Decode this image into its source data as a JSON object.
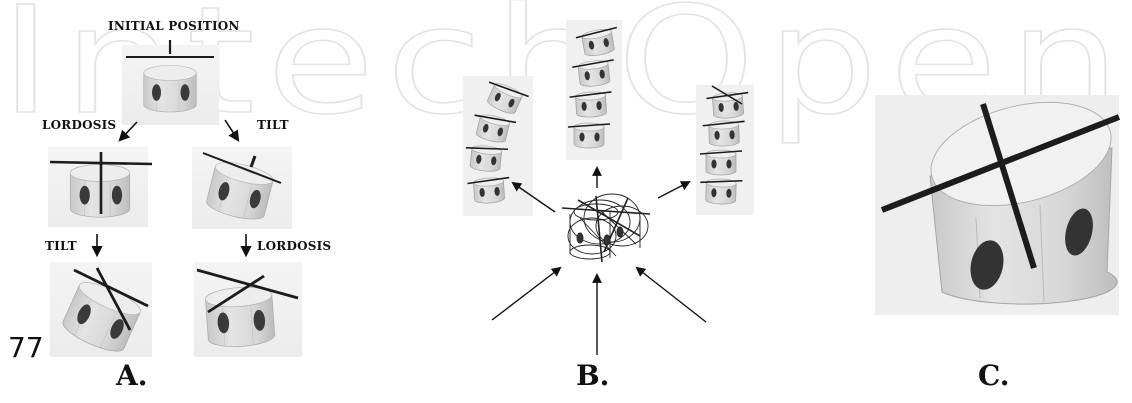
{
  "watermark": {
    "text": "IntechOpen",
    "color": "#e3e3e3"
  },
  "panel_a": {
    "initial_label": "INITIAL POSITION",
    "lordosis_label_1": "LORDOSIS",
    "tilt_label_1": "TILT",
    "tilt_label_2": "TILT",
    "lordosis_label_2": "LORDOSIS",
    "letter": "A."
  },
  "panel_b": {
    "letter": "B."
  },
  "panel_c": {
    "letter": "C."
  },
  "page_number": "77",
  "colors": {
    "body": "#dcdcdc",
    "top": "#eeeeee",
    "shade": "#c8c8c8",
    "spot": "#3a3a3a",
    "rod": "#1c1c1c"
  }
}
